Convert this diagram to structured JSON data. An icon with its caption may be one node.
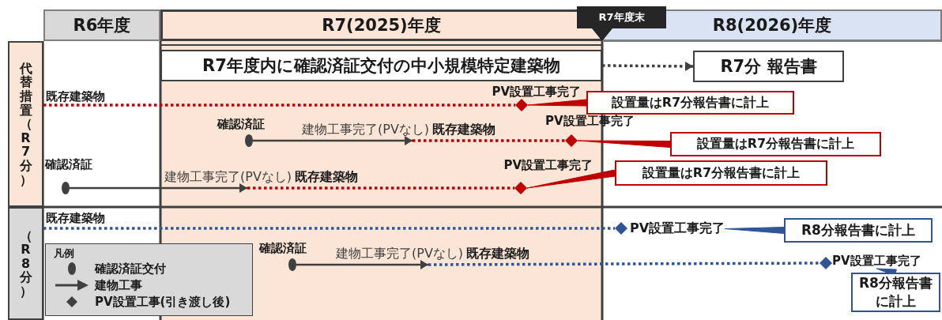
{
  "diagram": {
    "nodes": [
      {
        "text": [
          "R6年度"
        ]
      },
      {
        "text": [
          "R7(2025)年度"
        ]
      },
      {
        "text": [
          "R7年度末"
        ]
      },
      {
        "text": [
          "R8(2026)年度"
        ]
      },
      {
        "text": [
          "代替措置（R7分）"
        ]
      },
      {
        "text": [
          "（R8分）"
        ]
      },
      {
        "text": [
          "R7年度内に確認済証交付の中小規模特定建築物"
        ]
      },
      {
        "text": [
          "R7分 報告書"
        ]
      },
      {
        "text": [],
        "shape": "diamond",
        "beside": [
          "PV設置工事完了"
        ]
      },
      {
        "text": [
          "設置量はR7分報告書に計上"
        ]
      },
      {
        "text": [],
        "shape": "circle",
        "beside": [
          "確認済証"
        ]
      },
      {
        "text": [
          "建物工事完了(PVなし)",
          "既存建築物"
        ]
      },
      {
        "text": [],
        "shape": "diamond",
        "beside": [
          "PV設置工事完了"
        ]
      },
      {
        "text": [
          "設置量はR7分報告書に計上"
        ]
      },
      {
        "text": [],
        "shape": "circle"
      },
      {
        "text": [
          "建物工事完了(PVなし)",
          "既存建築物"
        ]
      },
      {
        "text": [],
        "shape": "diamond",
        "beside": [
          "PV設置工事完了"
        ]
      },
      {
        "text": [
          "設置量はR7分報告書に計上"
        ]
      },
      {
        "text": [],
        "shape": "diamond"
      },
      {
        "text": [
          "PV設置工事完了"
        ]
      },
      {
        "text": [
          "R8分報告書に計上"
        ]
      },
      {
        "text": [],
        "shape": "circle",
        "beside": [
          "確認済証"
        ]
      },
      {
        "text": [
          "建物工事完了(PVなし)",
          "既存建築物"
        ]
      },
      {
        "text": [],
        "shape": "diamond"
      },
      {
        "text": [
          "PV設置工事完了"
        ]
      },
      {
        "text": [
          "R8分報告書に計上"
        ]
      }
    ],
    "edges": [
      {
        "from": 6,
        "to": 7,
        "arrow": "to",
        "style": "dashed"
      },
      {
        "from": 4,
        "to": 8,
        "arrow": "none",
        "style": "dashed",
        "color": "#c00000"
      },
      {
        "from": 9,
        "to": 8,
        "arrow": "none",
        "color": "#c00000"
      },
      {
        "from": 10,
        "to": 11,
        "arrow": "to"
      },
      {
        "from": 11,
        "to": 12,
        "arrow": "none",
        "style": "dashed",
        "color": "#c00000"
      },
      {
        "from": 13,
        "to": 12,
        "arrow": "none",
        "color": "#c00000"
      },
      {
        "from": 14,
        "to": 15,
        "arrow": "to"
      },
      {
        "from": 15,
        "to": 16,
        "arrow": "none",
        "style": "dashed",
        "color": "#c00000"
      },
      {
        "from": 17,
        "to": 16,
        "arrow": "none",
        "color": "#c00000"
      },
      {
        "from": 5,
        "to": 18,
        "arrow": "none",
        "style": "dashed",
        "color": "#2f5597"
      },
      {
        "from": 20,
        "to": 19,
        "arrow": "none",
        "color": "#2f5597"
      },
      {
        "from": 21,
        "to": 22,
        "arrow": "to"
      },
      {
        "from": 22,
        "to": 23,
        "arrow": "none",
        "style": "dashed",
        "color": "#2f5597"
      },
      {
        "from": 25,
        "to": 24,
        "arrow": "none",
        "color": "#2f5597"
      }
    ],
    "labels": [
      "既存建築物",
      "確認済証",
      "既存建築物",
      "凡例"
    ],
    "legend": [
      {
        "text": "確認済証交付"
      },
      {
        "text": "建物工事"
      },
      {
        "text": "PV設置工事(引き渡し後)"
      }
    ]
  }
}
